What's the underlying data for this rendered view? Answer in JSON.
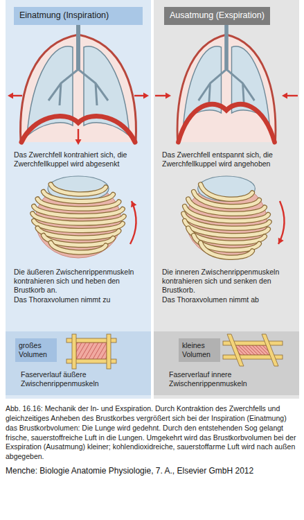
{
  "diagram": {
    "caption": "Abb. 16.16: Mechanik der In- und Exspiration. Durch Kontraktion des Zwerchfells und gleichzeitiges Anheben des Brustkorbes vergrößert sich bei der Inspiration (Einatmung) das Brustkorbvolumen: Die Lunge wird gedehnt. Durch den entstehenden Sog gelangt frische, sauerstoffreiche Luft in die Lungen. Umgekehrt wird das Brustkorbvolumen bei der Exspiration (Ausatmung) kleiner; kohlendioxidreiche, sauerstoffarme Luft wird nach außen abgegeben.",
    "nodes": [
      {
        "text": [
          "Das Zwerchfell kontrahiert sich, die Zwerchfellkuppel wird abgesenkt",
          "Die äußeren Zwischenrippenmuskeln kontrahieren sich und heben den Brustkorb an.",
          "Das Thoraxvolumen nimmt zu"
        ]
      },
      {
        "text": [
          "Einatmung (Inspiration)"
        ],
        "in": 0
      },
      {
        "text": [
          "Faserverlauf äußere Zwischenrippenmuskeln"
        ],
        "in": 0
      },
      {
        "text": [
          "großes Volumen"
        ],
        "in": 2
      },
      {
        "text": [
          "Das Zwerchfell entspannt sich, die Zwerchfellkuppel wird angehoben",
          "Die inneren Zwischenrippenmuskeln kontrahieren sich und senken den Brustkorb.",
          "Das Thoraxvolumen nimmt ab"
        ]
      },
      {
        "text": [
          "Ausatmung (Exspiration)"
        ],
        "in": 4
      },
      {
        "text": [
          "Faserverlauf innere Zwischenrippenmuskeln"
        ],
        "in": 4
      },
      {
        "text": [
          "kleines Volumen"
        ],
        "in": 6
      }
    ],
    "labels": [
      "Menche: Biologie Anatomie Physiologie, 7. A., Elsevier GmbH 2012"
    ]
  }
}
